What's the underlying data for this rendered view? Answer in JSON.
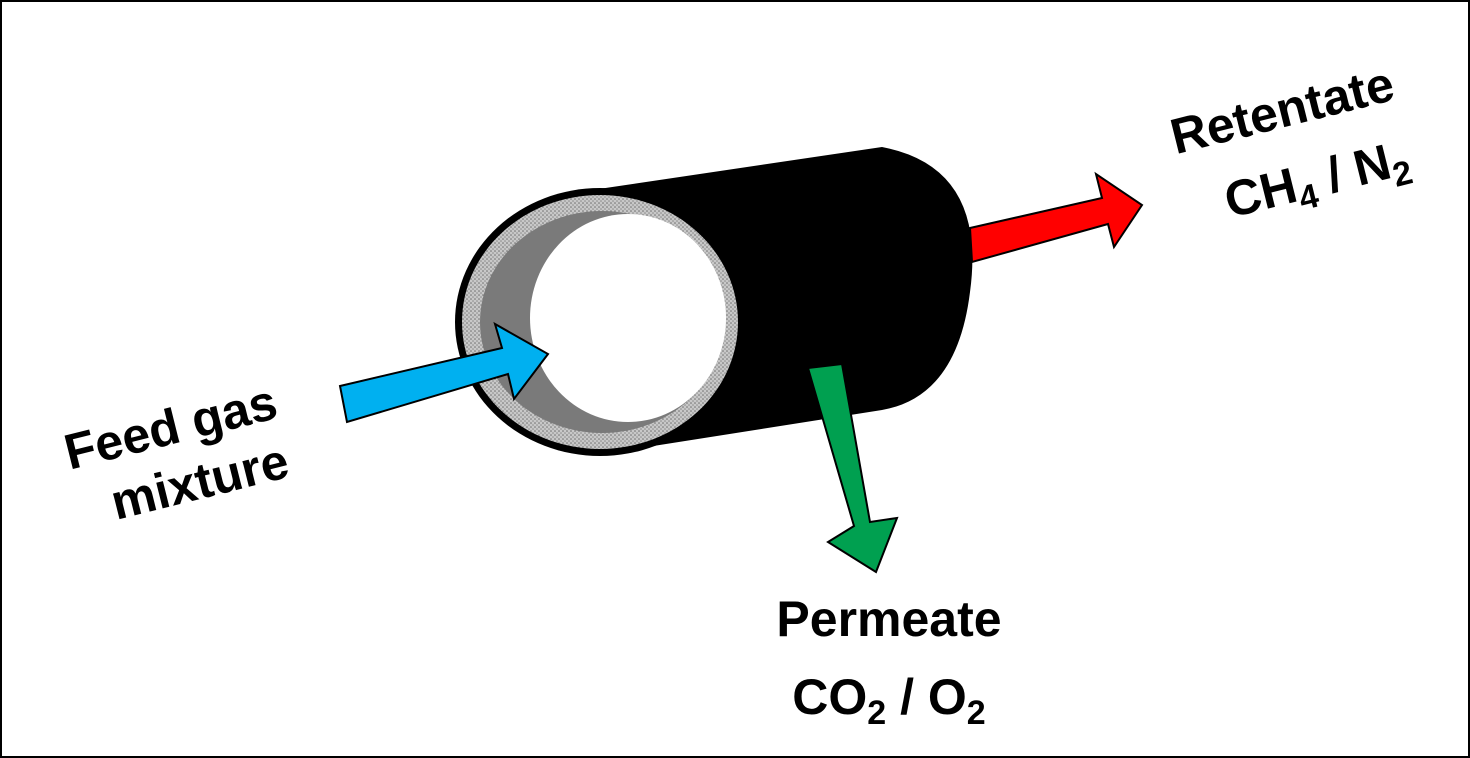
{
  "diagram": {
    "feed": {
      "line1": "Feed gas",
      "line2": "mixture",
      "arrow_color": "#00B0F0"
    },
    "retentate": {
      "title": "Retentate",
      "formula_a": "CH",
      "formula_a_sub": "4",
      "separator": " / ",
      "formula_b": "N",
      "formula_b_sub": "2",
      "arrow_color": "#FF0000"
    },
    "permeate": {
      "title": "Permeate",
      "formula_a": "CO",
      "formula_a_sub": "2",
      "separator": " / ",
      "formula_b": "O",
      "formula_b_sub": "2",
      "arrow_color": "#00A050"
    },
    "tube": {
      "body_color": "#000000",
      "membrane_color": "#B4B4B4",
      "inner_color": "#7A7A7A",
      "bore_color": "#FFFFFF"
    }
  }
}
